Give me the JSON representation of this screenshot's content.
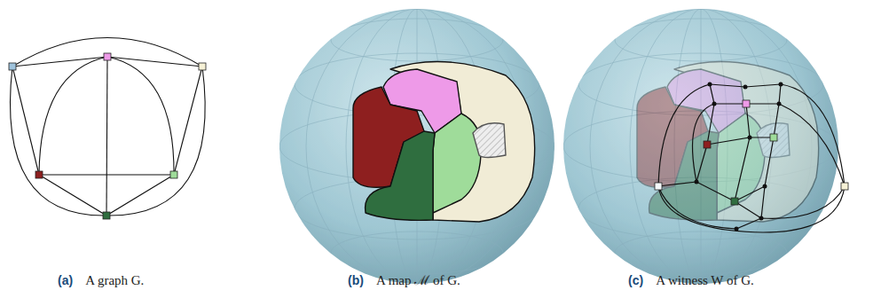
{
  "diagram": {
    "labels": [
      "(a)",
      "A graph G.",
      "(b)",
      "A map ℳ of G.",
      "(c)",
      "A witness W of G."
    ]
  }
}
